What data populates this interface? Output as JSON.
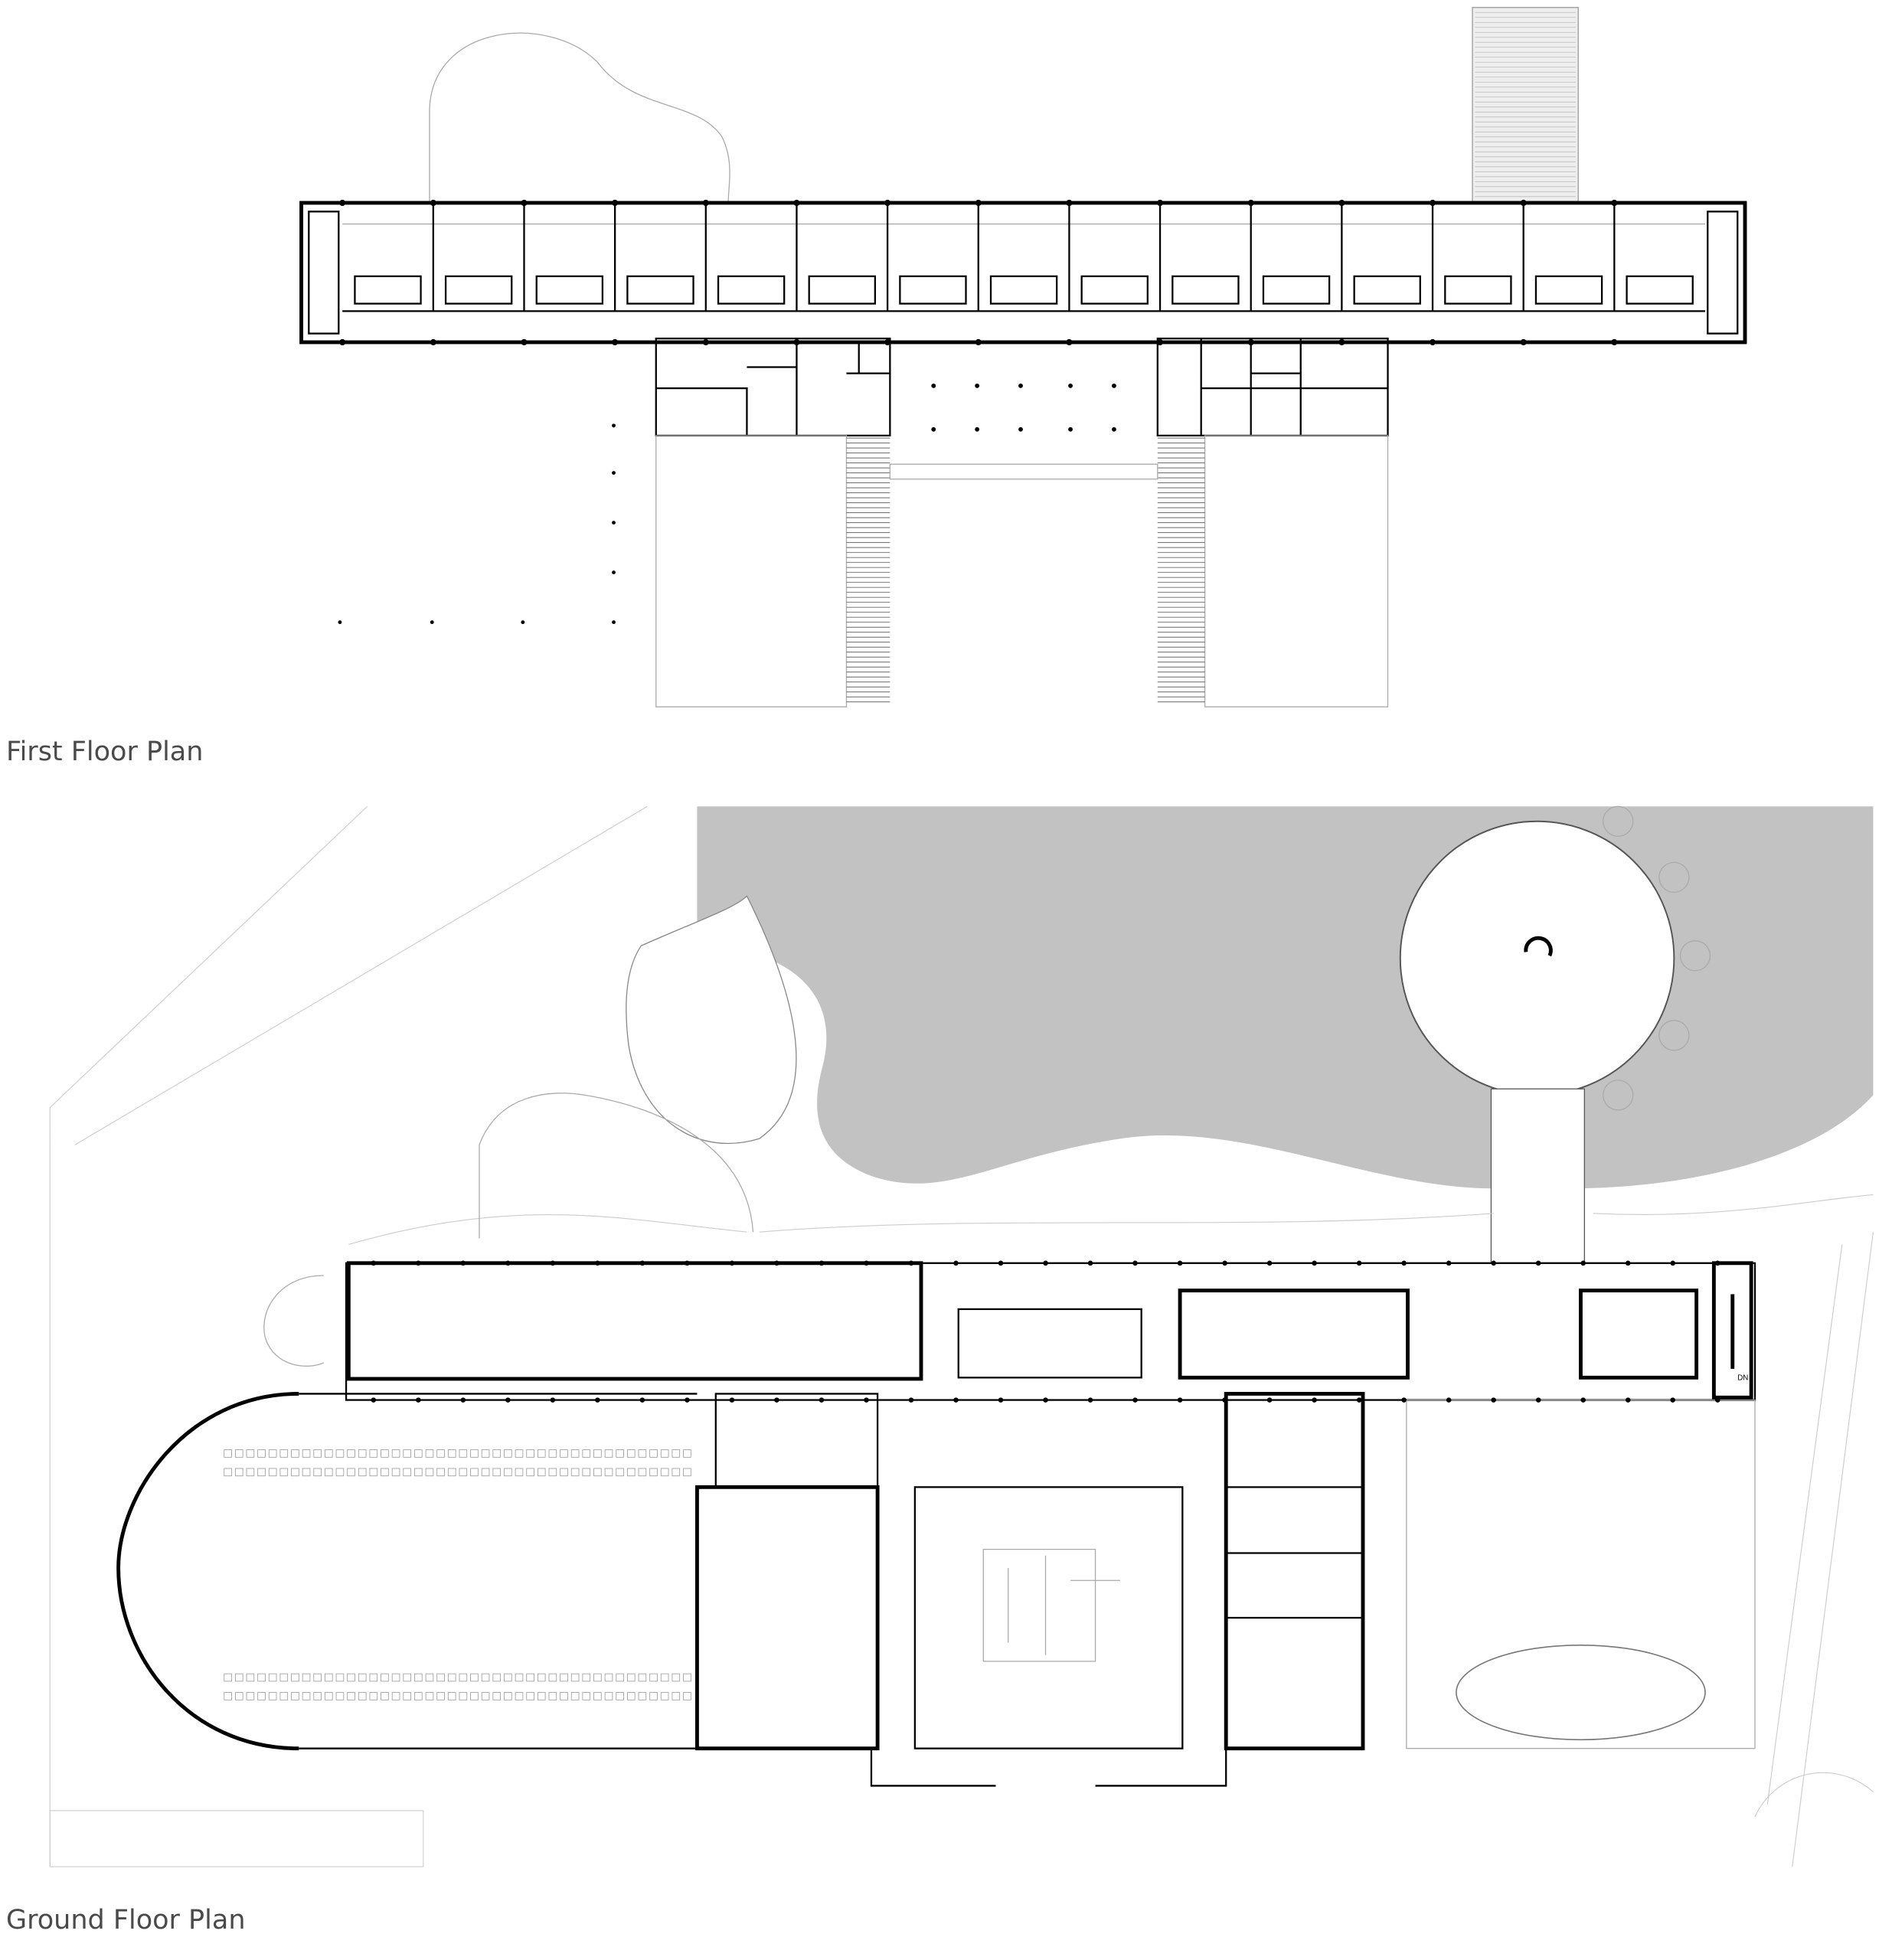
{
  "first_floor": {
    "label": "First Floor Plan",
    "bays": 15
  },
  "ground_floor": {
    "label": "Ground Floor Plan",
    "stair_label": "DN"
  },
  "colors": {
    "water": "#c2c2c2",
    "wall": "#000000",
    "label": "#4a4a4a"
  }
}
